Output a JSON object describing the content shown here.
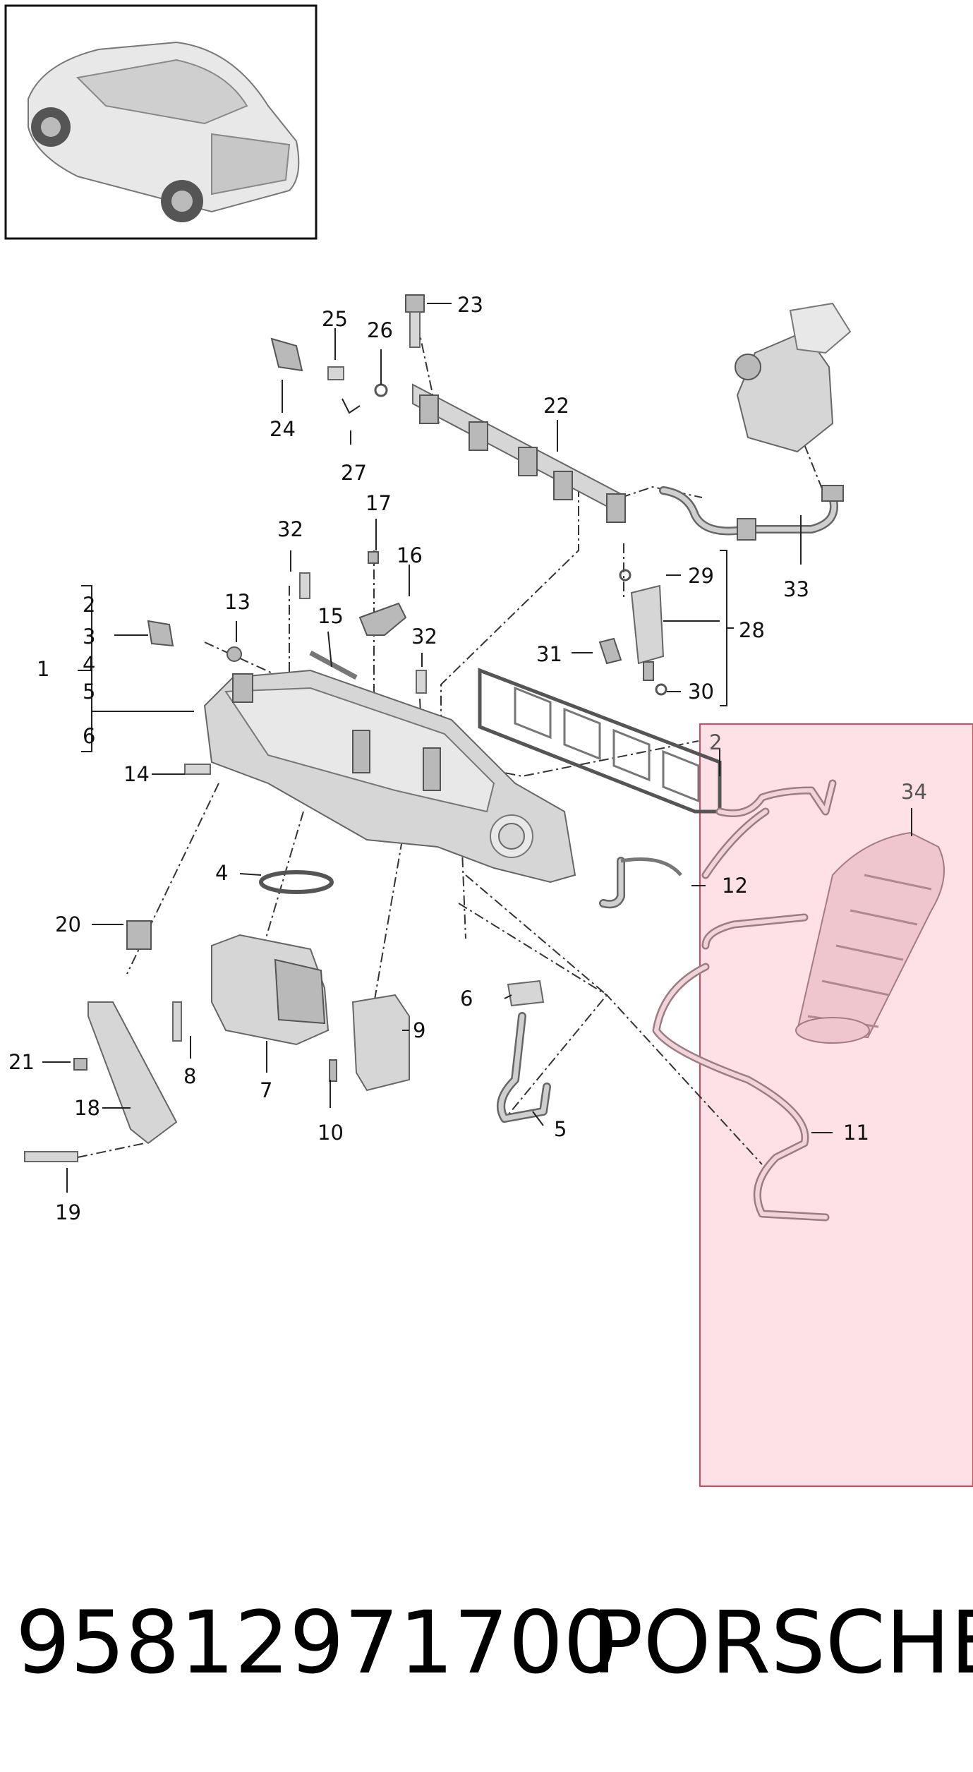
{
  "colors": {
    "highlight_fill": "#fde1e6",
    "highlight_border": "#d9485f",
    "part_gray": "#d6d6d6",
    "line": "#222222"
  },
  "callouts": {
    "c1": "1",
    "c2": "2",
    "c3": "3",
    "c4": "4",
    "c5": "5",
    "c6": "6",
    "c2b": "2",
    "c4b": "4",
    "c5b": "5",
    "c6b": "6",
    "c7": "7",
    "c8": "8",
    "c9": "9",
    "c10": "10",
    "c11": "11",
    "c12": "12",
    "c13": "13",
    "c14": "14",
    "c15": "15",
    "c16": "16",
    "c17": "17",
    "c18": "18",
    "c19": "19",
    "c20": "20",
    "c21": "21",
    "c22": "22",
    "c23": "23",
    "c24": "24",
    "c25": "25",
    "c26": "26",
    "c27": "27",
    "c28": "28",
    "c29": "29",
    "c30": "30",
    "c31": "31",
    "c32a": "32",
    "c32b": "32",
    "c33": "33",
    "c34": "34"
  },
  "footer": {
    "part_number": "95812971700",
    "brand": "PORSCHE"
  }
}
